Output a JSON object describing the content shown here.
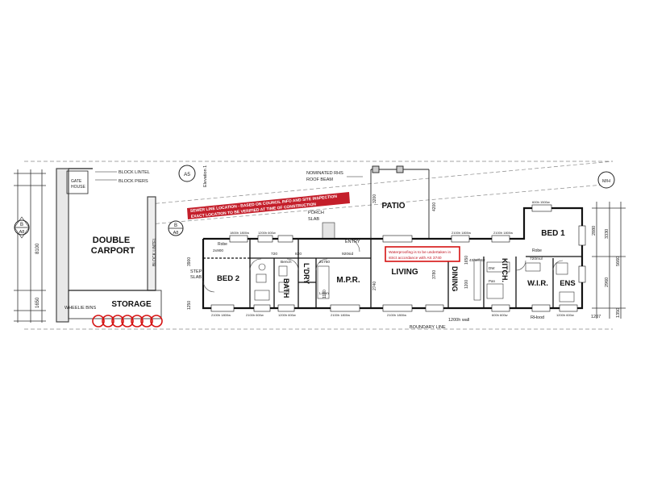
{
  "rooms": {
    "bed1": "BED 1",
    "bed2": "BED 2",
    "bath": "BATH",
    "ldry": "L'DRY",
    "mpr": "M.P.R.",
    "living": "LIVING",
    "dining": "DINING",
    "kitch": "KITCH.",
    "wir": "W.I.R.",
    "ens": "ENS",
    "patio": "PATIO",
    "double_carport_1": "DOUBLE",
    "double_carport_2": "CARPORT",
    "storage": "STORAGE",
    "entry": "ENTRY",
    "gate_house_1": "GATE",
    "gate_house_2": "HOUSE",
    "wheelie_bins": "WHEELIE BINS",
    "step_slab_1": "STEP",
    "step_slab_2": "SLAB",
    "porch_slab_1": "PORCH",
    "porch_slab_2": "SLAB"
  },
  "notes": {
    "block_lintel": "BLOCK LINTEL",
    "block_piers": "BLOCK PIERS",
    "block_lintel_vert": "BLOCK LINTEL",
    "nominated_1": "NOMINATED RHS",
    "nominated_2": "ROOF BEAM",
    "sewer_1": "SEWER LINE LOCATION - BASED ON COUNCIL INFO AND SITE INSPECTION",
    "sewer_2": "EXACT LOCATION TO BE VERIFIED AT TIME OF CONSTRUCTION",
    "waterproof_1": "Waterproofing is to be undertaken in",
    "waterproof_2": "strict accordance with AS 3740",
    "elevation": "Elevation 1",
    "wall_1200": "1200h wall",
    "boundary": "BOUNDARY LINE",
    "rhood": "RHood",
    "robe_1": "Robe",
    "robe_2": "Robe",
    "linen": "Linen",
    "bench": "Bench",
    "shelf": "4Shelf Str",
    "pan": "Pan",
    "dw": "DW"
  },
  "markers": {
    "a5": "A5",
    "b_left": "B",
    "a8_left": "A8",
    "b_mid": "B",
    "a8_mid": "A8",
    "mh": "M/H"
  },
  "dims": {
    "d_2x900": "2x900",
    "d_720": "720",
    "d_820": "820",
    "d_920": "920",
    "d_720b": "720",
    "d_720mul": "720mul",
    "d_920sid": "920sid",
    "d_2750": "2x750",
    "d_3900": "3900",
    "d_3780": "3780",
    "d_2740": "2740",
    "d_4200": "4200",
    "d_3200": "3200",
    "d_8100": "8100",
    "d_1650": "1650",
    "d_1207": "1207",
    "d_1350": "1350",
    "d_5660": "5660",
    "d_3330": "3330",
    "d_2960": "2960",
    "d_2880": "2880",
    "d_1900": "1900",
    "d_2850": "2850",
    "d_1250": "1250",
    "d_1360": "1360",
    "d_1180": "1180",
    "d_1200": "1200",
    "d_90": "90",
    "d_70": "70",
    "w_1": "2100h 1800w",
    "w_2": "2100h 1800w",
    "w_3": "2100h 600w",
    "w_4": "1200h 600w",
    "w_5": "2100h 1800w",
    "w_6": "1800h 1800w",
    "w_7": "2100h 1800w",
    "w_8": "2100h 1800w",
    "w_9": "600h 600w",
    "w_10": "1200h 600w",
    "w_11": "1200h 600w",
    "w_12": "600h 1500w",
    "w_13": "1200h 600w",
    "w_14": "2100h 600w",
    "w_15": "600h 1800w",
    "w_16": "1200h 1500w",
    "w_17": "2100h 1800w"
  }
}
